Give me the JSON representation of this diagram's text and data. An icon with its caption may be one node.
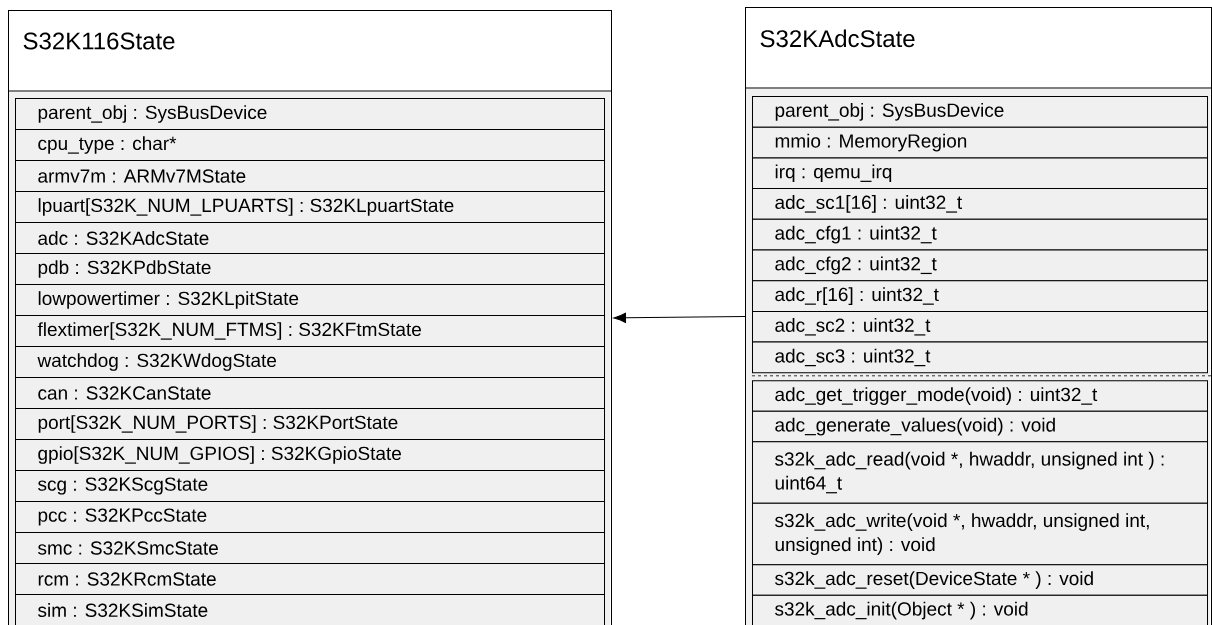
{
  "diagram": {
    "nodes": [
      {
        "text": [
          "S32K116State"
        ]
      },
      {
        "text": [
          "parent_obj : SysBusDevice"
        ],
        "in": 0
      },
      {
        "text": [
          "cpu_type : char*"
        ],
        "in": 0
      },
      {
        "text": [
          "armv7m : ARMv7MState"
        ],
        "in": 0
      },
      {
        "text": [
          "lpuart[S32K_NUM_LPUARTS] : S32KLpuartState"
        ],
        "in": 0
      },
      {
        "text": [
          "adc : S32KAdcState"
        ],
        "in": 0
      },
      {
        "text": [
          "pdb : S32KPdbState"
        ],
        "in": 0
      },
      {
        "text": [
          "lowpowertimer : S32KLpitState"
        ],
        "in": 0
      },
      {
        "text": [
          "flextimer[S32K_NUM_FTMS] : S32KFtmState"
        ],
        "in": 0
      },
      {
        "text": [
          "watchdog : S32KWdogState"
        ],
        "in": 0
      },
      {
        "text": [
          "can : S32KCanState"
        ],
        "in": 0
      },
      {
        "text": [
          "port[S32K_NUM_PORTS] : S32KPortState"
        ],
        "in": 0
      },
      {
        "text": [
          "gpio[S32K_NUM_GPIOS] : S32KGpioState"
        ],
        "in": 0
      },
      {
        "text": [
          "scg : S32KScgState"
        ],
        "in": 0
      },
      {
        "text": [
          "pcc : S32KPccState"
        ],
        "in": 0
      },
      {
        "text": [
          "smc : S32KSmcState"
        ],
        "in": 0
      },
      {
        "text": [
          "rcm : S32KRcmState"
        ],
        "in": 0
      },
      {
        "text": [
          "sim : S32KSimState"
        ],
        "in": 0
      },
      {
        "text": [
          "S32KAdcState"
        ]
      },
      {
        "text": [
          "parent_obj : SysBusDevice"
        ],
        "in": 18
      },
      {
        "text": [
          "mmio : MemoryRegion"
        ],
        "in": 18
      },
      {
        "text": [
          "irq : qemu_irq"
        ],
        "in": 18
      },
      {
        "text": [
          "adc_sc1[16] : uint32_t"
        ],
        "in": 18
      },
      {
        "text": [
          "adc_cfg1 : uint32_t"
        ],
        "in": 18
      },
      {
        "text": [
          "adc_cfg2 : uint32_t"
        ],
        "in": 18
      },
      {
        "text": [
          "adc_r[16] : uint32_t"
        ],
        "in": 18
      },
      {
        "text": [
          "adc_sc2 : uint32_t"
        ],
        "in": 18
      },
      {
        "text": [
          "adc_sc3 : uint32_t"
        ],
        "in": 18
      },
      {
        "text": [
          "adc_get_trigger_mode(void) : uint32_t"
        ],
        "in": 18
      },
      {
        "text": [
          "adc_generate_values(void) : void"
        ],
        "in": 18
      },
      {
        "text": [
          "s32k_adc_read(void *, hwaddr, unsigned int ) : uint64_t"
        ],
        "in": 18
      },
      {
        "text": [
          "s32k_adc_write(void *, hwaddr, unsigned int, unsigned int) : void"
        ],
        "in": 18
      },
      {
        "text": [
          "s32k_adc_reset(DeviceState * ) : void"
        ],
        "in": 18
      },
      {
        "text": [
          "s32k_adc_init(Object * ) : void"
        ],
        "in": 18
      }
    ],
    "edges": [
      {
        "from": 18,
        "to": 0,
        "arrow": "to"
      }
    ]
  }
}
